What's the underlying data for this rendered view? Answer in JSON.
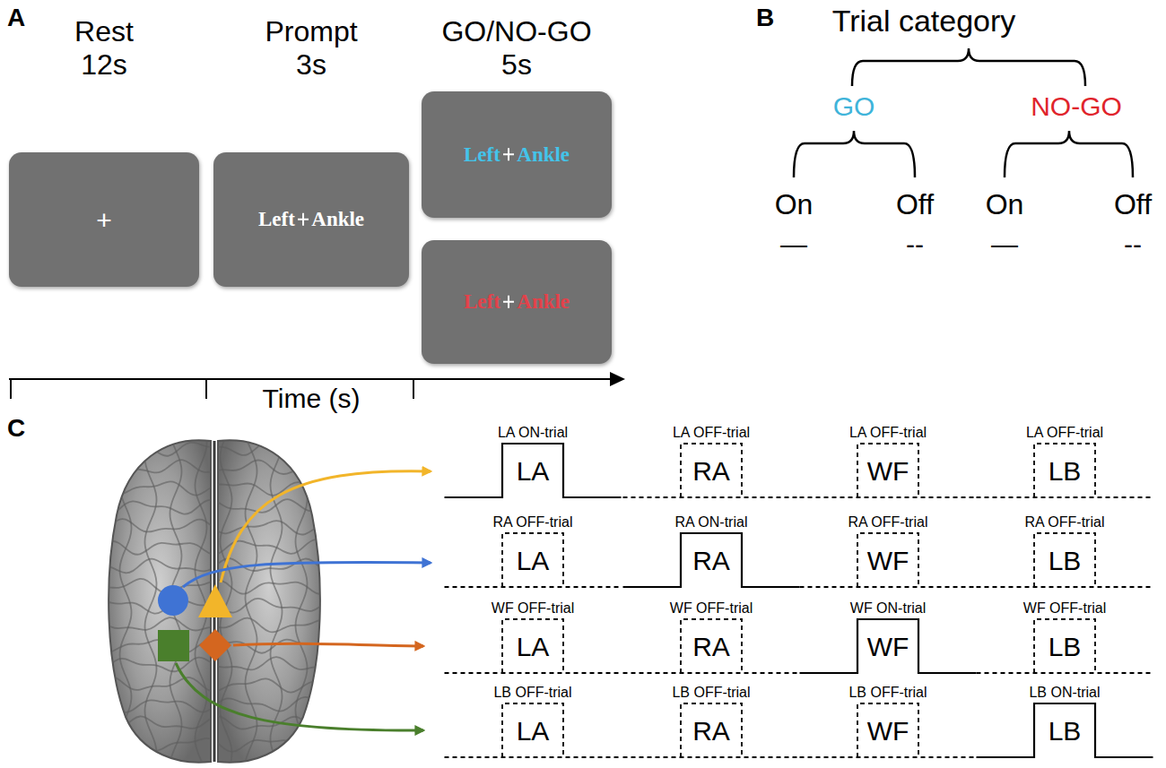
{
  "diagram": {
    "nodes": [
      {
        "text": [
          "Rest",
          "12s",
          "+"
        ]
      },
      {
        "text": [
          "Prompt",
          "3s",
          "Left Ankle"
        ]
      },
      {
        "text": [
          "GO/NO-GO",
          "5s",
          "Left Ankle"
        ]
      },
      {
        "text": [
          "Left Ankle"
        ]
      },
      {
        "text": [
          "LA ON-trial",
          "LA"
        ]
      },
      {
        "text": [
          "LA OFF-trial",
          "RA"
        ]
      },
      {
        "text": [
          "LA OFF-trial",
          "WF"
        ]
      },
      {
        "text": [
          "LA OFF-trial",
          "LB"
        ]
      },
      {
        "text": [
          "RA OFF-trial",
          "LA"
        ]
      },
      {
        "text": [
          "RA ON-trial",
          "RA"
        ]
      },
      {
        "text": [
          "RA OFF-trial",
          "WF"
        ]
      },
      {
        "text": [
          "RA OFF-trial",
          "LB"
        ]
      },
      {
        "text": [
          "WF OFF-trial",
          "LA"
        ]
      },
      {
        "text": [
          "WF OFF-trial",
          "RA"
        ]
      },
      {
        "text": [
          "WF ON-trial",
          "WF"
        ]
      },
      {
        "text": [
          "WF OFF-trial",
          "LB"
        ]
      },
      {
        "text": [
          "LB OFF-trial",
          "LA"
        ]
      },
      {
        "text": [
          "LB OFF-trial",
          "RA"
        ]
      },
      {
        "text": [
          "LB OFF-trial",
          "WF"
        ]
      },
      {
        "text": [
          "LB ON-trial",
          "LB"
        ]
      }
    ],
    "labels": [
      "A",
      "Time (s)",
      "B",
      "Trial category",
      "GO",
      "NO-GO",
      "On",
      "Off",
      "On",
      "Off",
      "—",
      "--",
      "—",
      "--",
      "C"
    ]
  }
}
